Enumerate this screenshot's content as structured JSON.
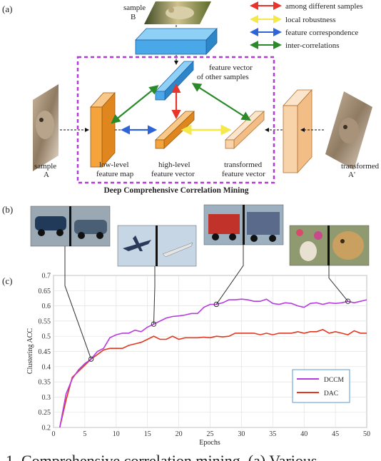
{
  "panels": {
    "a": "(a)",
    "b": "(b)",
    "c": "(c)"
  },
  "legend_top": [
    {
      "label": "among different samples",
      "color": "#e8342a"
    },
    {
      "label": "local robustness",
      "color": "#f4e84a"
    },
    {
      "label": "feature correspondence",
      "color": "#2f64d8"
    },
    {
      "label": "inter-correlations",
      "color": "#2a8a2a"
    }
  ],
  "samples": {
    "b_line1": "sample",
    "b_line2": "B",
    "a_line1": "sample",
    "a_line2": "A",
    "at_line1": "transformed",
    "at_line2": "A'"
  },
  "features": {
    "other_line1": "feature vector",
    "other_line2": "of other samples",
    "low_line1": "low-level",
    "low_line2": "feature map",
    "high_line1": "high-level",
    "high_line2": "feature vector",
    "trans_line1": "transformed",
    "trans_line2": "feature vector"
  },
  "module_title": "Deep Comprehensive Correlation Mining",
  "colors": {
    "dashed_box": "#b23ad6",
    "orange": "#f5a43c",
    "light_orange": "#f8d2a8",
    "blue": "#4aa8e8",
    "dccm": "#b63be0",
    "dac": "#e2381f"
  },
  "caption_fragment": "1. Comprehensive correlation mining. (a) Various",
  "chart_data": {
    "type": "line",
    "title": "",
    "xlabel": "Epochs",
    "ylabel": "Clustering ACC",
    "xlim": [
      0,
      50
    ],
    "ylim": [
      0.2,
      0.7
    ],
    "xticks": [
      0,
      5,
      10,
      15,
      20,
      25,
      30,
      35,
      40,
      45,
      50
    ],
    "yticks": [
      0.2,
      0.25,
      0.3,
      0.35,
      0.4,
      0.45,
      0.5,
      0.55,
      0.6,
      0.65,
      0.7
    ],
    "grid": true,
    "legend_position": "bottom-right",
    "series": [
      {
        "name": "DCCM",
        "x": [
          1,
          2,
          3,
          4,
          5,
          6,
          7,
          8,
          9,
          10,
          11,
          12,
          13,
          14,
          15,
          16,
          17,
          18,
          19,
          20,
          21,
          22,
          23,
          24,
          25,
          26,
          27,
          28,
          29,
          30,
          31,
          32,
          33,
          34,
          35,
          36,
          37,
          38,
          39,
          40,
          41,
          42,
          43,
          44,
          45,
          46,
          47,
          48,
          49,
          50
        ],
        "y": [
          0.2,
          0.31,
          0.36,
          0.39,
          0.41,
          0.425,
          0.45,
          0.46,
          0.495,
          0.505,
          0.51,
          0.51,
          0.52,
          0.515,
          0.53,
          0.54,
          0.55,
          0.56,
          0.565,
          0.567,
          0.57,
          0.575,
          0.575,
          0.595,
          0.605,
          0.605,
          0.61,
          0.62,
          0.62,
          0.622,
          0.62,
          0.615,
          0.615,
          0.622,
          0.608,
          0.605,
          0.61,
          0.608,
          0.6,
          0.595,
          0.608,
          0.61,
          0.605,
          0.61,
          0.608,
          0.61,
          0.615,
          0.61,
          0.615,
          0.62
        ]
      },
      {
        "name": "DAC",
        "x": [
          1,
          2,
          3,
          4,
          5,
          6,
          7,
          8,
          9,
          10,
          11,
          12,
          13,
          14,
          15,
          16,
          17,
          18,
          19,
          20,
          21,
          22,
          23,
          24,
          25,
          26,
          27,
          28,
          29,
          30,
          31,
          32,
          33,
          34,
          35,
          36,
          37,
          38,
          39,
          40,
          41,
          42,
          43,
          44,
          45,
          46,
          47,
          48,
          49,
          50
        ],
        "y": [
          0.2,
          0.29,
          0.365,
          0.385,
          0.405,
          0.425,
          0.44,
          0.455,
          0.46,
          0.46,
          0.46,
          0.47,
          0.475,
          0.48,
          0.49,
          0.5,
          0.49,
          0.49,
          0.5,
          0.49,
          0.495,
          0.495,
          0.495,
          0.497,
          0.495,
          0.5,
          0.498,
          0.5,
          0.51,
          0.51,
          0.51,
          0.51,
          0.505,
          0.51,
          0.505,
          0.51,
          0.51,
          0.51,
          0.515,
          0.51,
          0.515,
          0.515,
          0.522,
          0.51,
          0.515,
          0.51,
          0.505,
          0.518,
          0.51,
          0.51
        ]
      }
    ],
    "highlighted_points": [
      {
        "series": "DCCM",
        "x": 6,
        "y": 0.425
      },
      {
        "series": "DCCM",
        "x": 16,
        "y": 0.54
      },
      {
        "series": "DCCM",
        "x": 26,
        "y": 0.605
      },
      {
        "series": "DCCM",
        "x": 47,
        "y": 0.615
      }
    ]
  }
}
